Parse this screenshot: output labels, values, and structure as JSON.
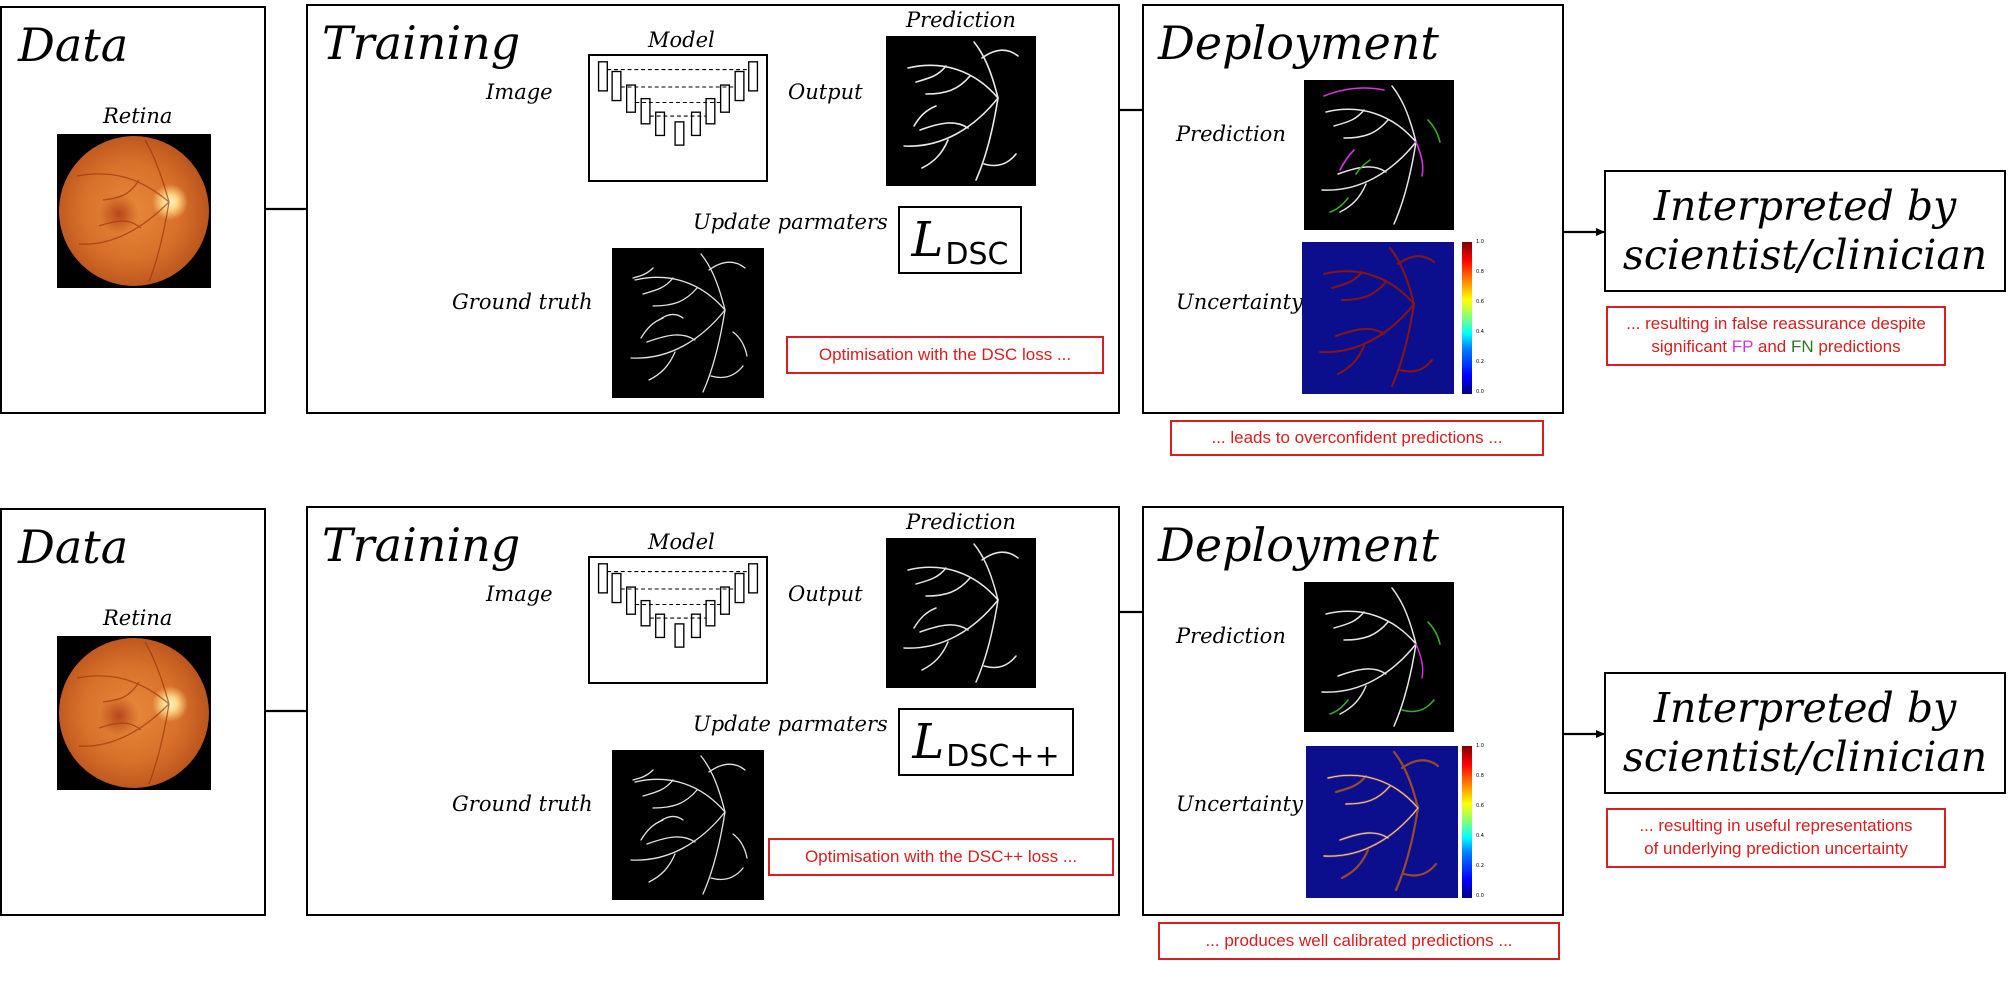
{
  "rows": [
    {
      "data_title": "Data",
      "retina_label": "Retina",
      "training_title": "Training",
      "model_label": "Model",
      "prediction_label": "Prediction",
      "image_label": "Image",
      "output_label": "Output",
      "update_label": "Update parmaters",
      "ground_truth_label": "Ground truth",
      "loss_symbol": "L",
      "loss_subscript": "DSC",
      "training_note": "Optimisation with the DSC loss ...",
      "deployment_title": "Deployment",
      "deploy_prediction_label": "Prediction",
      "deploy_uncertainty_label": "Uncertainty",
      "colorbar_ticks": [
        "1.0",
        "0.8",
        "0.6",
        "0.4",
        "0.2",
        "0.0"
      ],
      "deployment_note": "... leads to overconfident predictions ...",
      "interpret_line1": "Interpreted by",
      "interpret_line2": "scientist/clinician",
      "result_note_a": "... resulting in false reassurance despite",
      "result_note_b_pre": "significant ",
      "result_note_fp": "FP",
      "result_note_and": " and ",
      "result_note_fn": "FN",
      "result_note_post": " predictions"
    },
    {
      "data_title": "Data",
      "retina_label": "Retina",
      "training_title": "Training",
      "model_label": "Model",
      "prediction_label": "Prediction",
      "image_label": "Image",
      "output_label": "Output",
      "update_label": "Update parmaters",
      "ground_truth_label": "Ground truth",
      "loss_symbol": "L",
      "loss_subscript": "DSC++",
      "training_note": "Optimisation with the DSC++ loss ...",
      "deployment_title": "Deployment",
      "deploy_prediction_label": "Prediction",
      "deploy_uncertainty_label": "Uncertainty",
      "colorbar_ticks": [
        "1.0",
        "0.8",
        "0.6",
        "0.4",
        "0.2",
        "0.0"
      ],
      "deployment_note": "... produces well calibrated predictions ...",
      "interpret_line1": "Interpreted by",
      "interpret_line2": "scientist/clinician",
      "result_note_a": "... resulting in useful representations",
      "result_note_b": "of underlying prediction uncertainty"
    }
  ],
  "colors": {
    "note_red": "#d81e1e",
    "fp_magenta": "#d633e0",
    "fn_green": "#2a7a1e",
    "uncertainty_bg": "#0b0f8e",
    "retina_orange": "#d8702a"
  }
}
